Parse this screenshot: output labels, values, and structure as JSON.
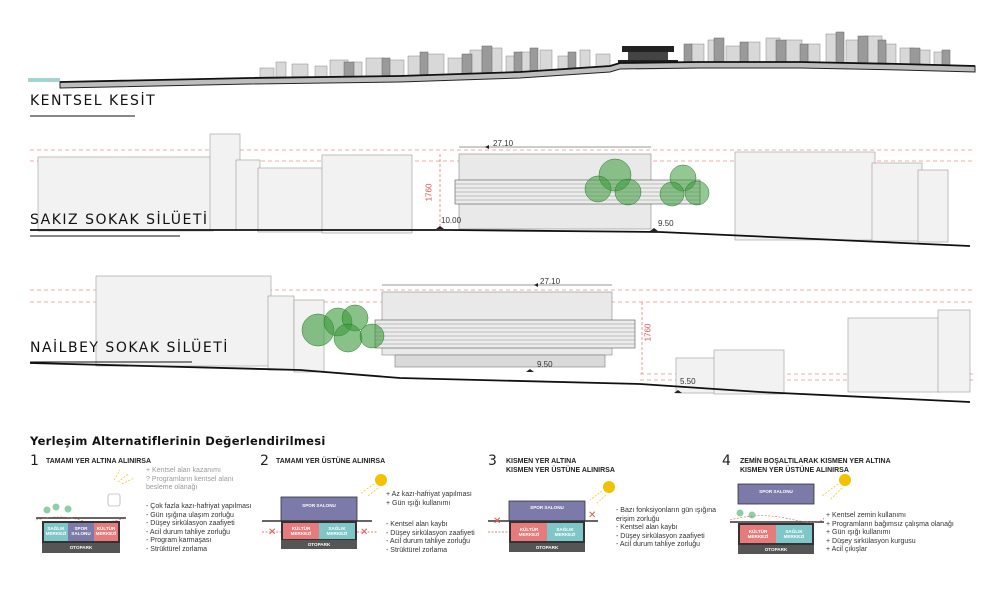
{
  "sections": {
    "urban_section": "KENTSEL KESİT",
    "sakiz_silhouette": "SAKIZ SOKAK SİLÜETİ",
    "nailbey_silhouette": "NAİLBEY SOKAK SİLÜETİ"
  },
  "dimensions": {
    "sakiz": {
      "width_top": "27.10",
      "height": "1760",
      "left_level": "10.00",
      "right_level": "9.50"
    },
    "nailbey": {
      "width_top": "27.10",
      "height": "1760",
      "bottom_level": "9.50",
      "right_level": "5.50"
    }
  },
  "evaluation": {
    "title": "Yerleşim Alternatiflerinin Değerlendirilmesi",
    "alternatives": [
      {
        "number": "1",
        "title": [
          "TAMAMI YER ALTINA ALINIRSA"
        ],
        "notes_muted": [
          "+ Kentsel alan kazanımı",
          "? Programların kentsel alanı",
          "  besleme olanağı"
        ],
        "notes": [
          "- Çok fazla kazı-hafriyat yapılması",
          "- Gün ışığına ulaşım zorluğu",
          "- Düşey sirkülasyon zaafiyeti",
          "- Acil durum tahliye zorluğu",
          "- Program karmaşası",
          "- Strüktürel zorlama"
        ],
        "blocks": [
          "SAĞLIK MERKEZİ",
          "SPOR SALONU",
          "KÜLTÜR MERKEZİ"
        ],
        "base": "OTOPARK"
      },
      {
        "number": "2",
        "title": [
          "TAMAMI YER ÜSTÜNE ALINIRSA"
        ],
        "notes_plus": [
          "+ Az kazı-hafriyat yapılması",
          "+ Gün ışığı kullanımı"
        ],
        "notes": [
          "- Kentsel alan kaybı",
          "- Düşey sirkülasyon zaafiyeti",
          "- Acil durum tahliye zorluğu",
          "- Strüktürel zorlama"
        ],
        "blocks": [
          "SPOR SALONU",
          "KÜLTÜR MERKEZİ",
          "SAĞLIK MERKEZİ"
        ],
        "base": "OTOPARK"
      },
      {
        "number": "3",
        "title": [
          "KISMEN YER ALTINA",
          "KISMEN YER ÜSTÜNE ALINIRSA"
        ],
        "notes": [
          "- Bazı fonksiyonların gün ışığına",
          "  erişim zorluğu",
          "- Kentsel alan kaybı",
          "- Düşey sirkülasyon zaafiyeti",
          "- Acil durum tahliye zorluğu"
        ],
        "blocks": [
          "SPOR SALONU",
          "KÜLTÜR MERKEZİ",
          "SAĞLIK MERKEZİ"
        ],
        "base": "OTOPARK"
      },
      {
        "number": "4",
        "title": [
          "ZEMİN BOŞALTILARAK KISMEN YER ALTINA",
          "KISMEN YER ÜSTÜNE ALINIRSA"
        ],
        "notes": [
          "+ Kentsel zemin kullanımı",
          "+ Programların bağımsız çalışma olanağı",
          "+ Gün ışığı kullanımı",
          "+ Düşey sirkülasyon kurgusu",
          "+ Acil çıkışlar"
        ],
        "blocks": [
          "SPOR SALONU",
          "KÜLTÜR MERKEZİ",
          "SAĞLIK MERKEZİ"
        ],
        "base": "OTOPARK"
      }
    ]
  },
  "colors": {
    "purple": "#7b7aa8",
    "red": "#e77b7b",
    "teal": "#7fc6c9",
    "dark": "#333333",
    "tree": "#3a9a3a",
    "sun": "#f2c100",
    "dash_red": "#e0584f"
  }
}
